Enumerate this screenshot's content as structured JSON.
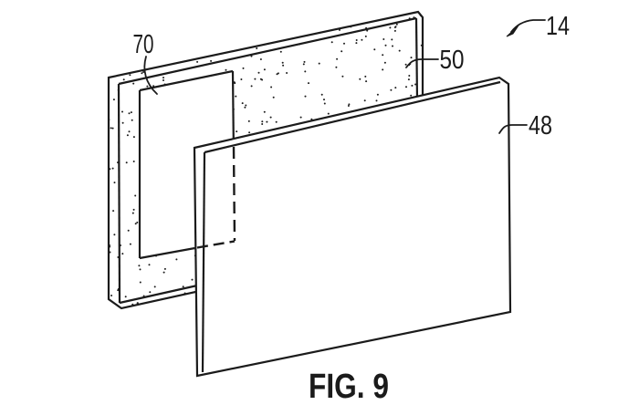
{
  "figure": {
    "caption": "FIG. 9",
    "reference_labels": {
      "assembly": "14",
      "back_panel": "50",
      "window": "70",
      "front_panel": "48"
    },
    "colors": {
      "line": "#1b1b1b",
      "background": "#ffffff",
      "panel_fill": "#ffffff",
      "stipple_dot": "#1c1c1c"
    },
    "stipple": {
      "seed": 20240907,
      "count": 620,
      "dot_radius": 1.0
    }
  }
}
